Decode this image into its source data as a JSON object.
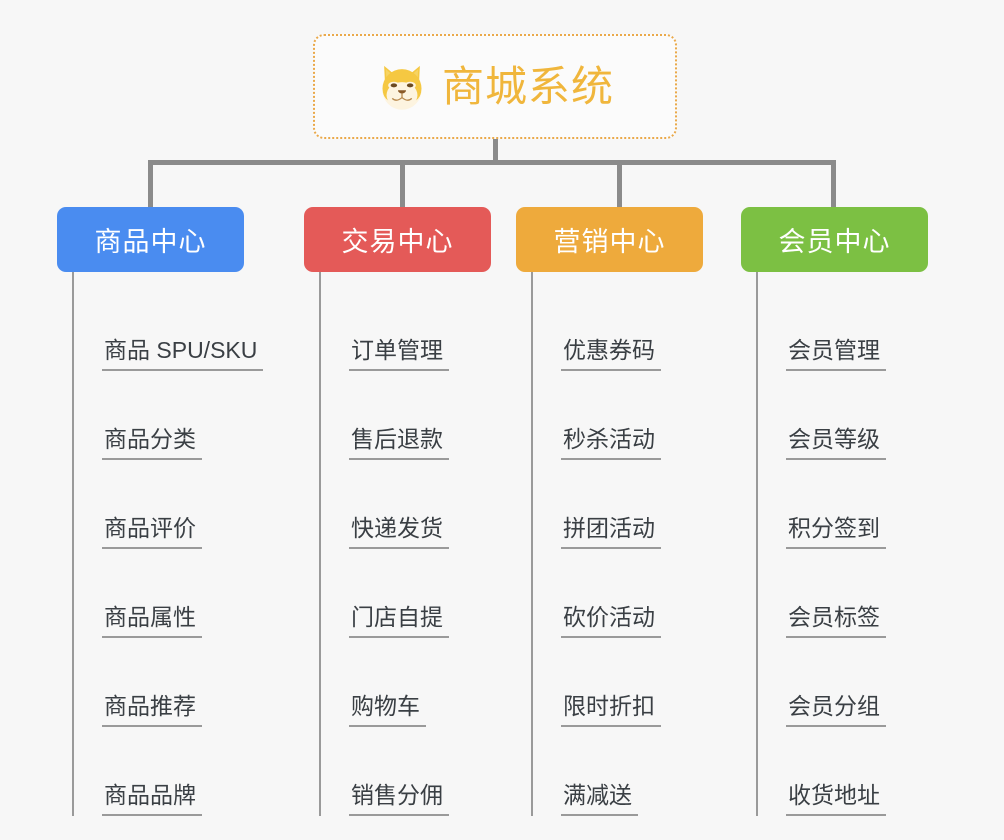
{
  "root": {
    "title": "商城系统",
    "icon": "shiba-inu-dog-face-emoji",
    "border_color": "#eaa94a",
    "title_color": "#f0b63c"
  },
  "canvas": {
    "background": "#f7f7f7",
    "connector_color": "#8b8b8b",
    "leaf_line_color": "#9a9a9a",
    "leaf_text_color": "#3a3f44"
  },
  "columns": [
    {
      "title": "商品中心",
      "color": "#4a8cf0",
      "items": [
        "商品 SPU/SKU",
        "商品分类",
        "商品评价",
        "商品属性",
        "商品推荐",
        "商品品牌"
      ]
    },
    {
      "title": "交易中心",
      "color": "#e45a58",
      "items": [
        "订单管理",
        "售后退款",
        "快递发货",
        "门店自提",
        "购物车",
        "销售分佣"
      ]
    },
    {
      "title": "营销中心",
      "color": "#eeaa3c",
      "items": [
        "优惠券码",
        "秒杀活动",
        "拼团活动",
        "砍价活动",
        "限时折扣",
        "满减送"
      ]
    },
    {
      "title": "会员中心",
      "color": "#7cc043",
      "items": [
        "会员管理",
        "会员等级",
        "积分签到",
        "会员标签",
        "会员分组",
        "收货地址"
      ]
    }
  ]
}
